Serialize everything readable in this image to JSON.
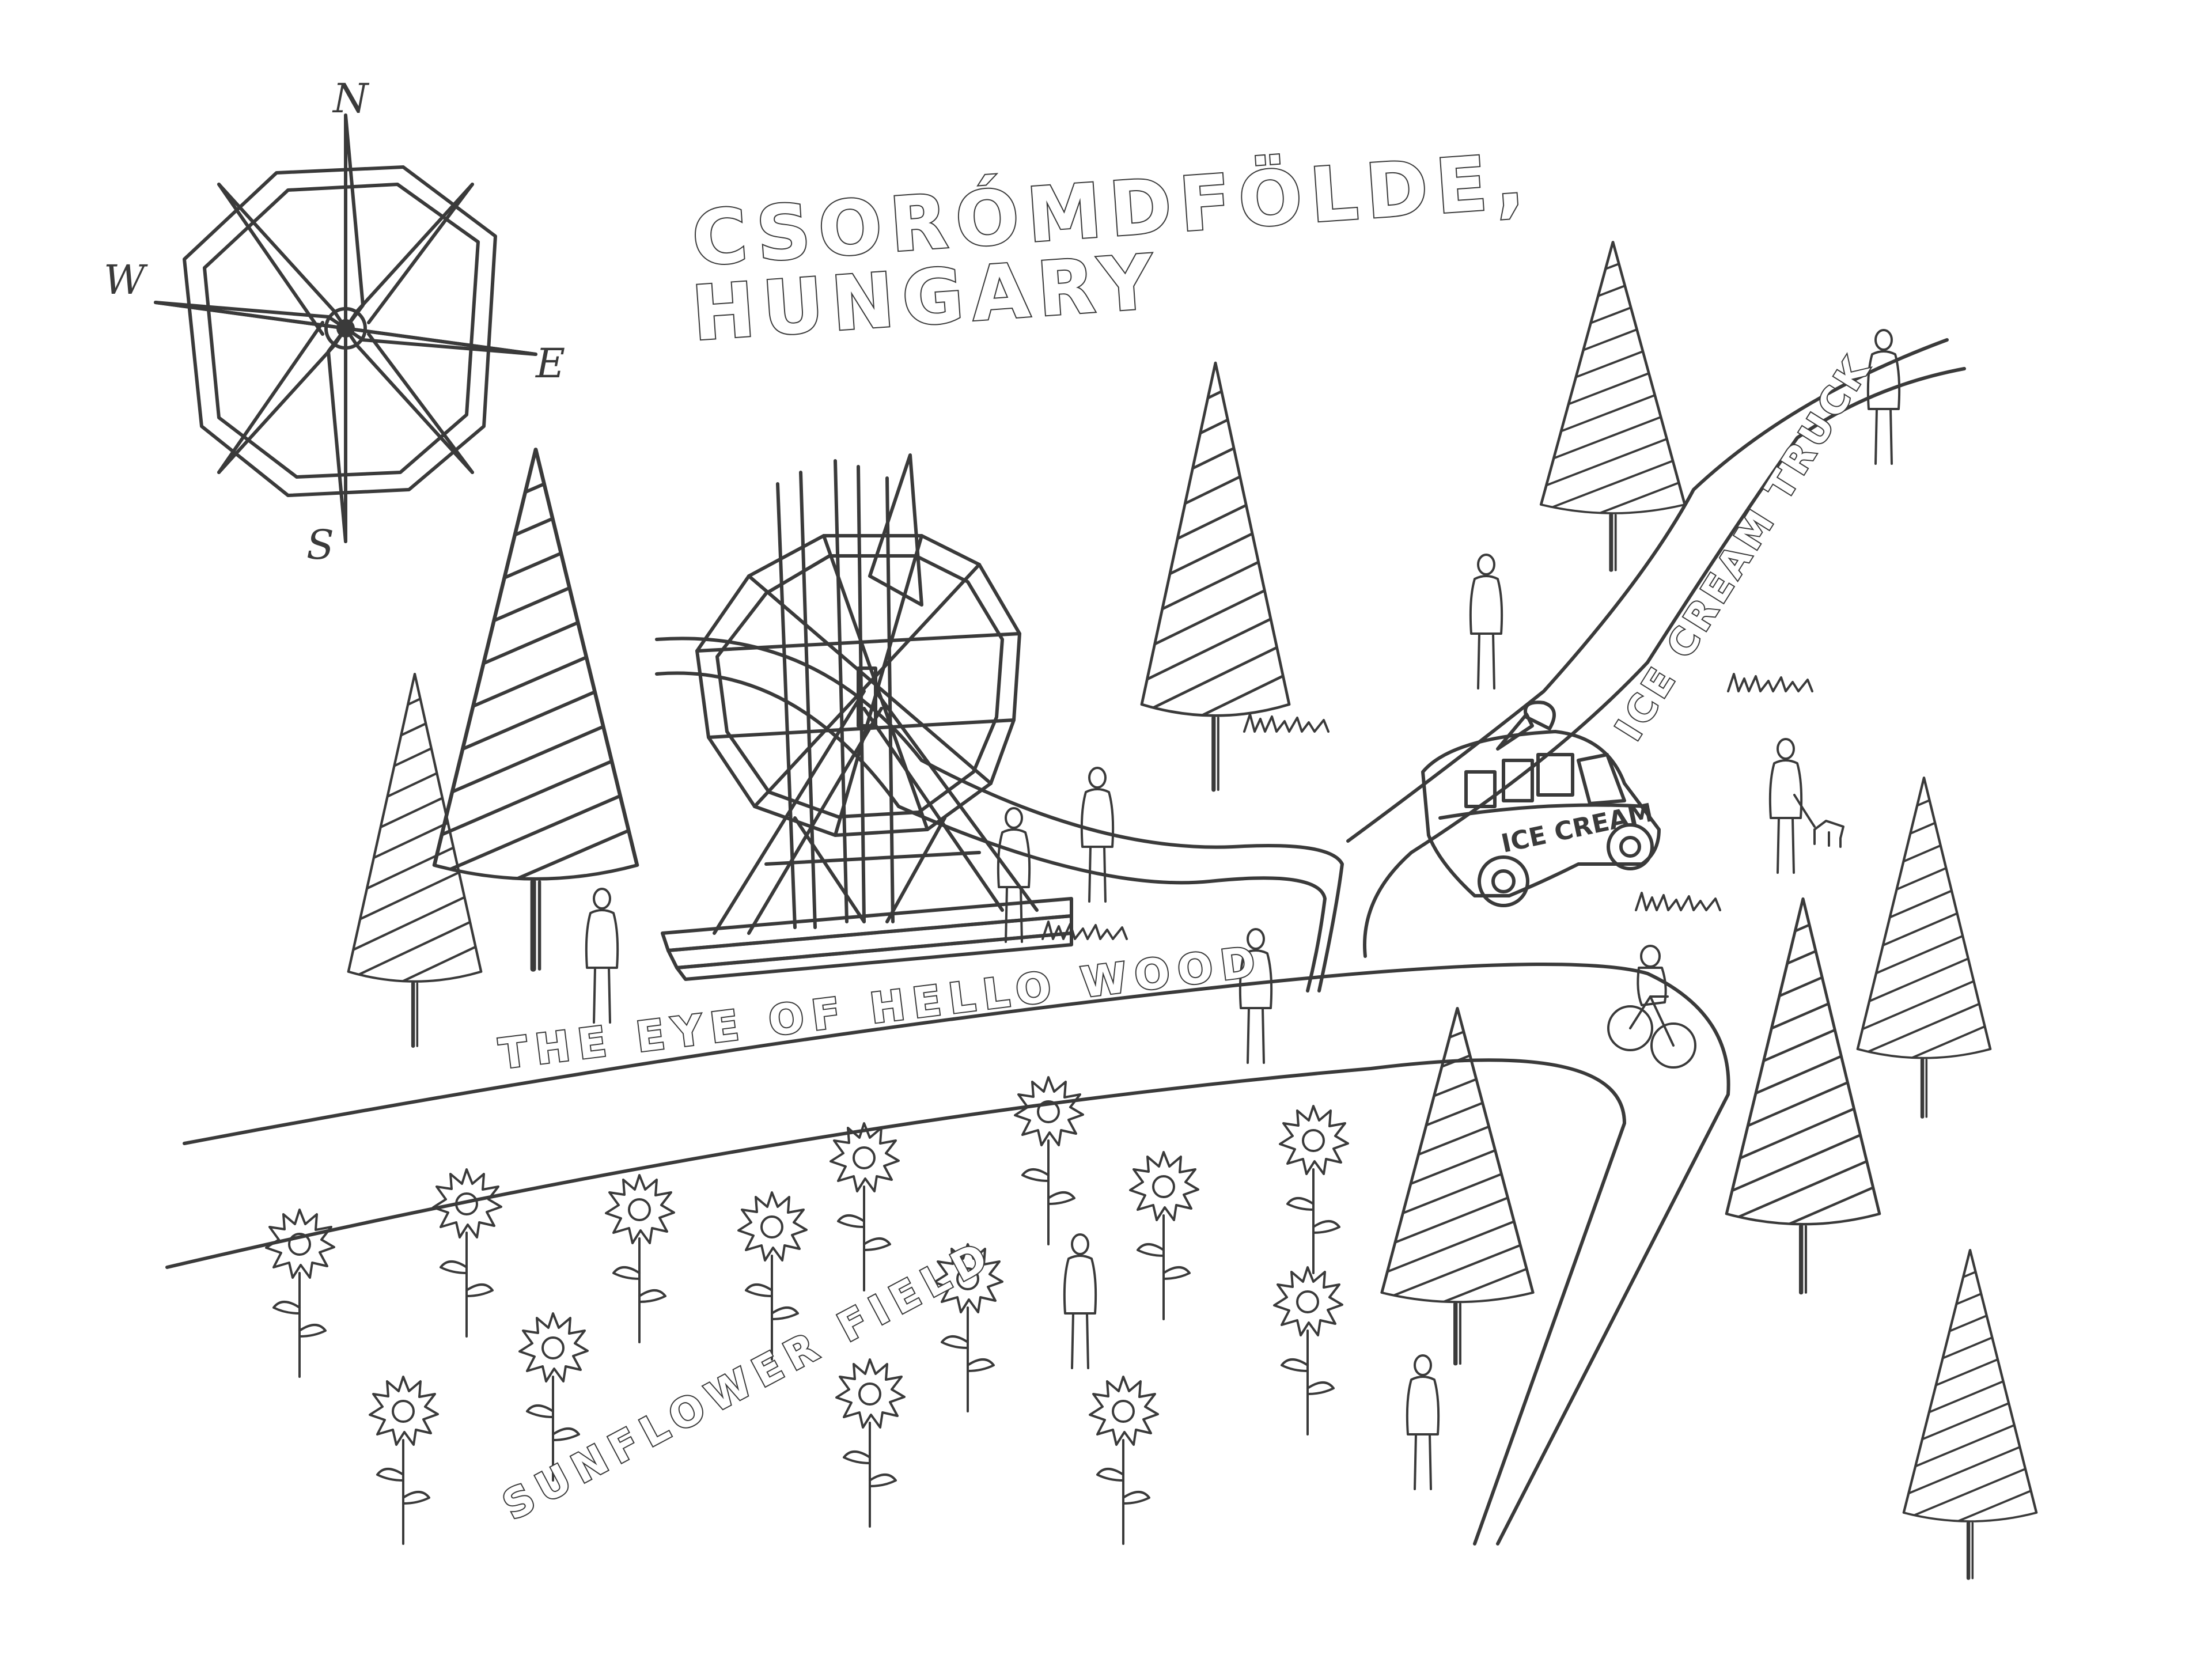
{
  "map": {
    "title_line1": "CSORÓMDFÖLDE,",
    "title_line2": "HUNGARY",
    "labels": {
      "eye": "THE EYE OF HELLO WOOD",
      "ice_cream_truck": "ICE CREAM TRUCK",
      "sunflower_field": "SUNFLOWER FIELD",
      "truck_sign": "ICE CREAM"
    },
    "compass": {
      "north": "N",
      "south": "S",
      "east": "E",
      "west": "W"
    },
    "colors": {
      "ink": "#3a3a3a",
      "paper": "#ffffff"
    },
    "icons": [
      "compass-rose-icon",
      "pine-tree-icon",
      "sunflower-icon",
      "person-icon",
      "bicycle-icon",
      "dog-icon",
      "ice-cream-van-icon",
      "wooden-wheel-sculpture-icon",
      "grass-tuft-icon"
    ]
  }
}
